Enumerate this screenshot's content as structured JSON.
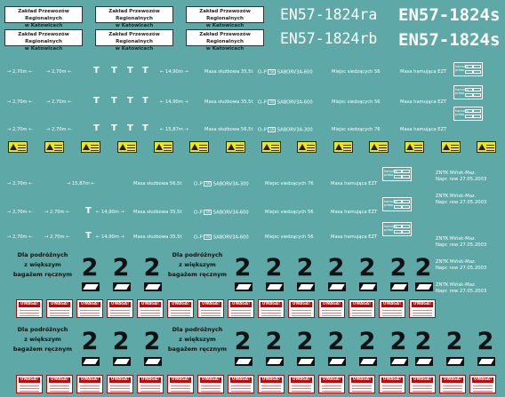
{
  "plate": {
    "line1": "Zakład Przewozów Regionalnych",
    "line2": "w Katowicach"
  },
  "numbers": {
    "ra": "EN57-1824ra",
    "rb": "EN57-1824rb",
    "s1": "EN57-1824s",
    "s2": "EN57-1824s"
  },
  "row1": {
    "d1": "→ 2,70m ←",
    "d2": "→ 2,70m ←",
    "tee": "T",
    "d3": "← 14,90m →",
    "mass": "Masa służbowa 35,5t",
    "op": "O–P",
    "sab": "SABORV3A-600",
    "seats": "Miejsc siedzących 56",
    "brake": "Masa hamująca EZT",
    "tlab1": "hamulec",
    "tlab2": "próba"
  },
  "row2": {
    "d1": "→ 2,70m ←",
    "d2": "→ 2,70m ←",
    "d3": "← 14,90m →",
    "mass": "Masa służbowa 35,5t",
    "op": "O–P",
    "sab": "SABORV3A-600",
    "seats": "Miejsc siedzących 56",
    "brake": "Masa hamująca EZT"
  },
  "row3": {
    "d1": "→ 2,70m ←",
    "d2": "→ 2,70m ←",
    "d3": "← 15,87m →",
    "mass": "Masa służbowa 56,5t",
    "op": "O–P",
    "sab": "SABORV3A-300",
    "seats": "Miejsc siedzących 76",
    "brake": "Masa hamująca EZT"
  },
  "row4": {
    "d1": "→ 2,70m ←",
    "d2": "→ 15,87m ←",
    "mass": "Masa służbowa 56,5t",
    "op": "O–P",
    "sab": "SABORV3A-300",
    "seats": "Miejsc siedzących 76",
    "brake": "Masa hamująca EZT",
    "zn1": "ZNTK Mińsk-Maz.",
    "zn2": "Napr. rew 27.05.2003"
  },
  "row5": {
    "d1": "→ 2,70m ←",
    "d2": "→ 2,70m ←",
    "d3": "← 14,90m →",
    "mass": "Masa służbowa 35,5t",
    "op": "O–P",
    "sab": "SABORV3A-600",
    "seats": "Miejsc siedzących 56",
    "brake": "Masa hamująca EZT",
    "zn1": "ZNTK Mińsk-Maz.",
    "zn2": "Napr. rew 27.05.2003"
  },
  "row6": {
    "d1": "→ 2,70m ←",
    "d2": "→ 2,70m ←",
    "d3": "← 14,90m →",
    "mass": "Masa służbowa 35,5t",
    "op": "O–P",
    "sab": "SABORV3A-600",
    "seats": "Miejsc siedzących 56",
    "brake": "Masa hamująca EZT",
    "zn1": "ZNTK Mińsk-Maz.",
    "zn2": "Napr. rew 27.05.2003"
  },
  "zntk": {
    "a1": "ZNTK Mińsk-Maz.",
    "a2": "Napr. rew 27.05.2003",
    "b1": "ZNTK Mińsk-Maz.",
    "b2": "Napr. rew 27.05.2003"
  },
  "passengers": {
    "l1": "Dla podróżnych",
    "l2": "z większym",
    "l3": "bagażem ręcznym"
  },
  "two": "2",
  "uwaga": "UWAGA!",
  "colors": {
    "background": "#5fa8a8",
    "warning": "#f4e21a",
    "uwaga": "#cc0000"
  }
}
